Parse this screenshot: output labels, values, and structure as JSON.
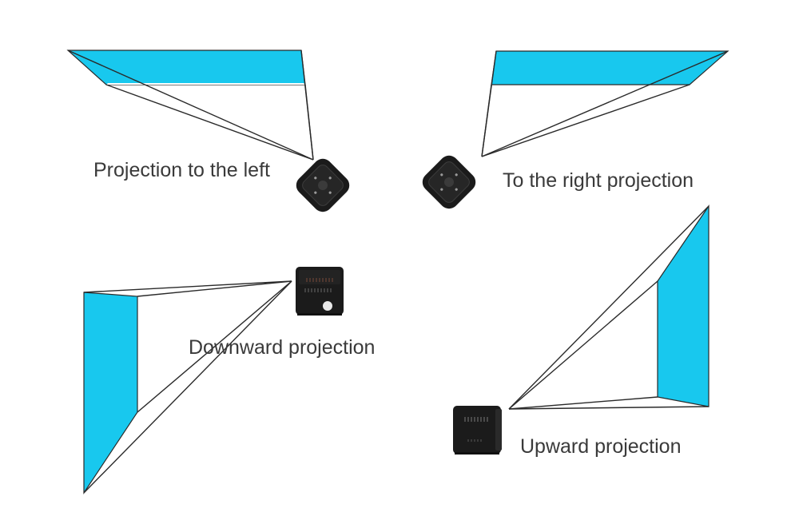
{
  "captions": {
    "left": "Projection to the left",
    "right": "To the right projection",
    "downward": "Downward projection",
    "upward": "Upward projection"
  },
  "colors": {
    "screen_fill": "#18c8ee",
    "beam_stroke": "#2a2a2a",
    "projector_body": "#1b1b1b",
    "projector_face": "#262626",
    "caption_text": "#3a3a3a",
    "background": "#ffffff"
  }
}
